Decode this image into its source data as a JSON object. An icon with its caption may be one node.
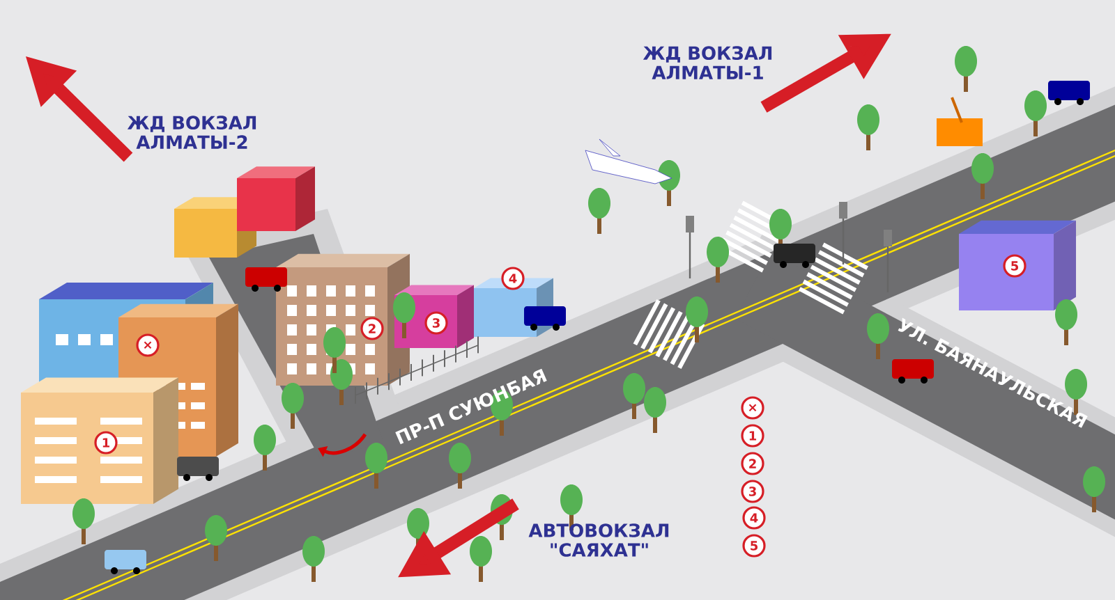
{
  "diagram": {
    "labels": [
      "ЖД ВОКЗАЛ АЛМАТЫ-1",
      "ЖД ВОКЗАЛ АЛМАТЫ-2",
      "5",
      "4",
      "×",
      "2",
      "3",
      "УЛ. БАЯНАУЛЬСКАЯ",
      "ПР-П СУЮНБАЯ",
      "×",
      "1",
      "1",
      "2",
      "3",
      "4",
      "5",
      "АВТОВОКЗАЛ \"САЯХАТ\""
    ]
  }
}
